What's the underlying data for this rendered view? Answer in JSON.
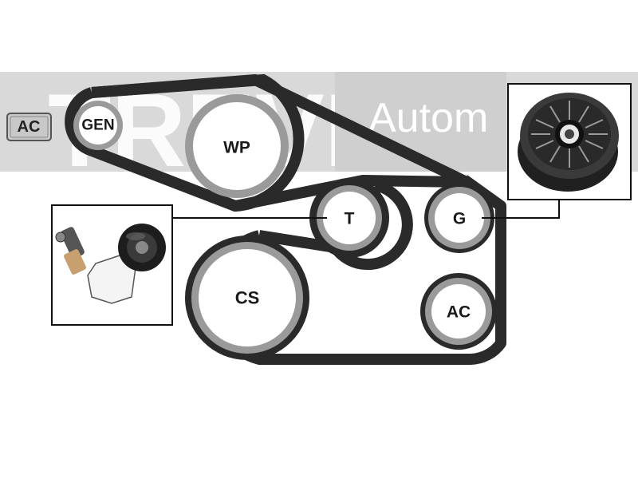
{
  "watermark": {
    "logo": "TREVI",
    "text": "Autom"
  },
  "badge": {
    "label": "AC"
  },
  "pulleys": {
    "gen": {
      "label": "GEN"
    },
    "wp": {
      "label": "WP"
    },
    "t": {
      "label": "T"
    },
    "g": {
      "label": "G"
    },
    "cs": {
      "label": "CS"
    },
    "ac": {
      "label": "AC"
    }
  },
  "insets": {
    "tensioner": "tensioner-assembly-photo",
    "idler": "idler-pulley-photo"
  }
}
